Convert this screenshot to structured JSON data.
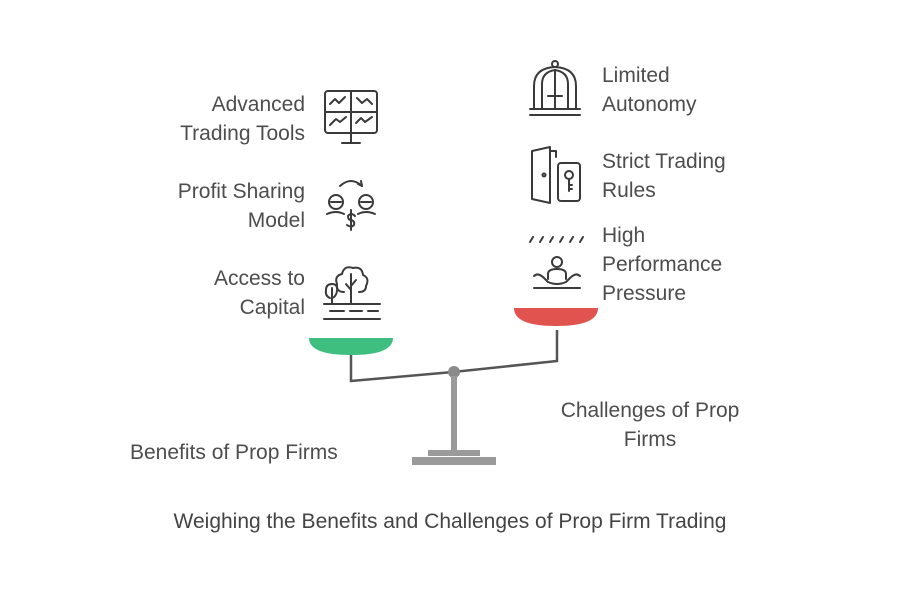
{
  "title": "Weighing the Benefits and Challenges of Prop Firm Trading",
  "benefits": {
    "label": "Benefits of Prop Firms",
    "color": "#3fbf7f",
    "items": [
      {
        "line1": "Advanced",
        "line2": "Trading Tools",
        "icon": "monitor-charts-icon"
      },
      {
        "line1": "Profit Sharing",
        "line2": "Model",
        "icon": "profit-split-icon"
      },
      {
        "line1": "Access to",
        "line2": "Capital",
        "icon": "trees-field-icon"
      }
    ]
  },
  "challenges": {
    "label_line1": "Challenges of Prop",
    "label_line2": "Firms",
    "color": "#e0534f",
    "items": [
      {
        "line1": "Limited",
        "line2": "Autonomy",
        "icon": "birdcage-icon"
      },
      {
        "line1": "Strict Trading",
        "line2": "Rules",
        "icon": "door-lock-icon"
      },
      {
        "line1": "High",
        "line2": "Performance",
        "line3": "Pressure",
        "icon": "rain-person-icon"
      }
    ]
  }
}
